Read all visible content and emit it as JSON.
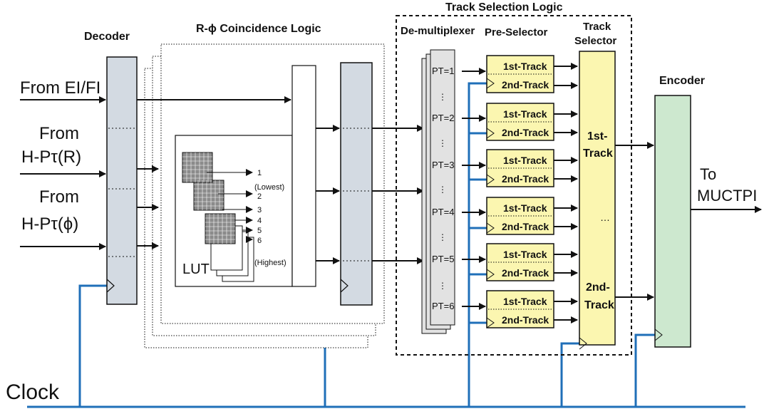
{
  "titles": {
    "decoder": "Decoder",
    "coincidence": "R-ϕ Coincidence Logic",
    "track_selection": "Track Selection Logic",
    "demux": "De-multiplexer",
    "preselector": "Pre-Selector",
    "track_selector_1": "Track",
    "track_selector_2": "Selector",
    "encoder": "Encoder"
  },
  "inputs": {
    "from_eifi": "From EI/FI",
    "from_r_1": "From",
    "from_r_2": "H-Pτ(R)",
    "from_phi_1": "From",
    "from_phi_2": "H-Pτ(ϕ)"
  },
  "output": {
    "line1": "To",
    "line2": "MUCTPI"
  },
  "clock": "Clock",
  "lut": {
    "label": "LUT",
    "levels": [
      "1",
      "(Lowest)",
      "2",
      "3",
      "4",
      "5",
      "6",
      "(Highest)"
    ]
  },
  "pt_labels": [
    "PT=1",
    "PT=2",
    "PT=3",
    "PT=4",
    "PT=5",
    "PT=6"
  ],
  "preselector": {
    "first": "1st-Track",
    "second": "2nd-Track"
  },
  "track_selector": {
    "first_1": "1st-",
    "first_2": "Track",
    "second_1": "2nd-",
    "second_2": "Track"
  },
  "colors": {
    "gray_block": "#d3dae2",
    "yellow_block": "#fbf6b0",
    "green_block": "#cde8cf",
    "clock_line": "#1f6fb8",
    "demux_fill": "#e2e2e2"
  }
}
